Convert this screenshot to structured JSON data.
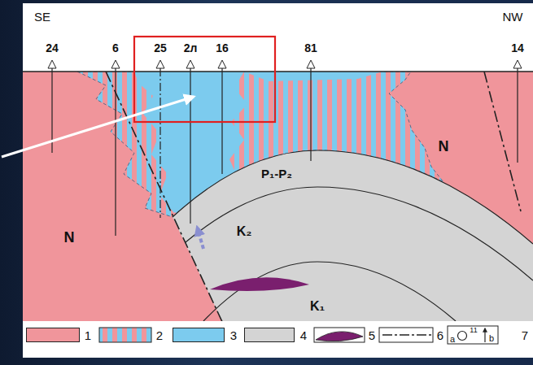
{
  "diagram": {
    "labels": [
      "SE",
      "NW",
      "24",
      "6",
      "25",
      "2л",
      "16",
      "81",
      "14",
      "N",
      "N",
      "P₁-P₂",
      "K₂",
      "K₁",
      "a",
      "11",
      "b"
    ],
    "legend": [
      {
        "text": "1",
        "color": "#f0959b"
      },
      {
        "text": "2"
      },
      {
        "text": "3",
        "color": "#7ccbee"
      },
      {
        "text": "4",
        "color": "#d4d4d4"
      },
      {
        "text": "5"
      },
      {
        "text": "6"
      },
      {
        "text": "7"
      }
    ]
  }
}
